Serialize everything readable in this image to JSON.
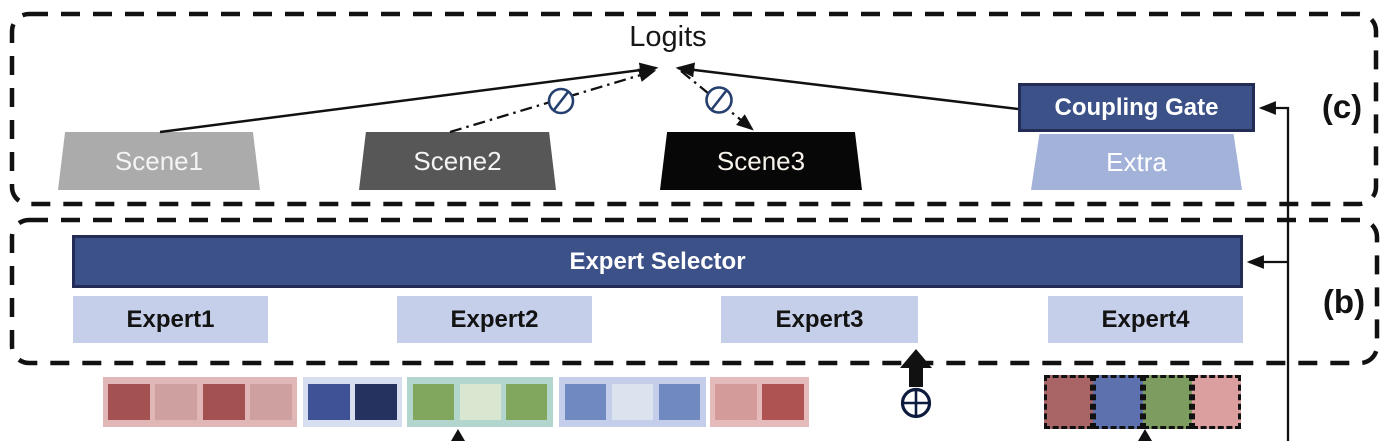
{
  "figure": {
    "description_labels": {
      "logits": "Logits",
      "panel_c": "(c)",
      "panel_b": "(b)"
    }
  },
  "panel_c": {
    "label": "(c)",
    "logits_label": "Logits",
    "scenes": [
      {
        "label": "Scene1",
        "fill": "#ababab",
        "text_color": "#f4f4f4"
      },
      {
        "label": "Scene2",
        "fill": "#575757",
        "text_color": "#f4f4f4"
      },
      {
        "label": "Scene3",
        "fill": "#070707",
        "text_color": "#f7f3ea"
      }
    ],
    "coupling_gate": {
      "label": "Coupling Gate",
      "fill": "#3d5189",
      "border": "#232c55",
      "text_color": "#ffffff"
    },
    "extra": {
      "label": "Extra",
      "fill": "#a3b2d8",
      "text_color": "#ffffff"
    }
  },
  "panel_b": {
    "label": "(b)",
    "expert_selector": {
      "label": "Expert Selector",
      "fill": "#3d5189",
      "border": "#232c55",
      "text_color": "#ffffff"
    },
    "experts": [
      {
        "label": "Expert1"
      },
      {
        "label": "Expert2"
      },
      {
        "label": "Expert3"
      },
      {
        "label": "Expert4"
      }
    ],
    "expert_fill": "#c6cfe9",
    "expert_text_color": "#131313"
  },
  "icons": {
    "no_coupling_symbol": "crossed-circle",
    "combine_symbol": "circled-plus"
  },
  "colors": {
    "line": "#111111",
    "no_symbol": "#25406e",
    "combine_symbol": "#0d1b3e",
    "dashed_border": "#111111"
  },
  "token_groups": [
    {
      "name": "tokens-red",
      "bg": "#e0b6b6",
      "squares": [
        "#a45151",
        "#cfa0a0",
        "#a45151",
        "#cfa0a0"
      ]
    },
    {
      "name": "tokens-dark-blue",
      "bg": "#d7def0",
      "squares": [
        "#3e5295",
        "#25315f"
      ]
    },
    {
      "name": "tokens-green",
      "bg": "#b2d6cd",
      "squares": [
        "#80a75d",
        "#d9e6d0",
        "#80a75d"
      ]
    },
    {
      "name": "tokens-light-blue",
      "bg": "#c4cdea",
      "squares": [
        "#7089c1",
        "#dbe3ef",
        "#7089c1"
      ]
    },
    {
      "name": "tokens-red-2",
      "bg": "#e4baba",
      "squares": [
        "#d49b9b",
        "#ae5252"
      ]
    },
    {
      "name": "tokens-mixed-dashed",
      "bg": "transparent",
      "squares": [
        "#a96565",
        "#5c71ae",
        "#7d9c60",
        "#dc9f9f"
      ]
    }
  ]
}
